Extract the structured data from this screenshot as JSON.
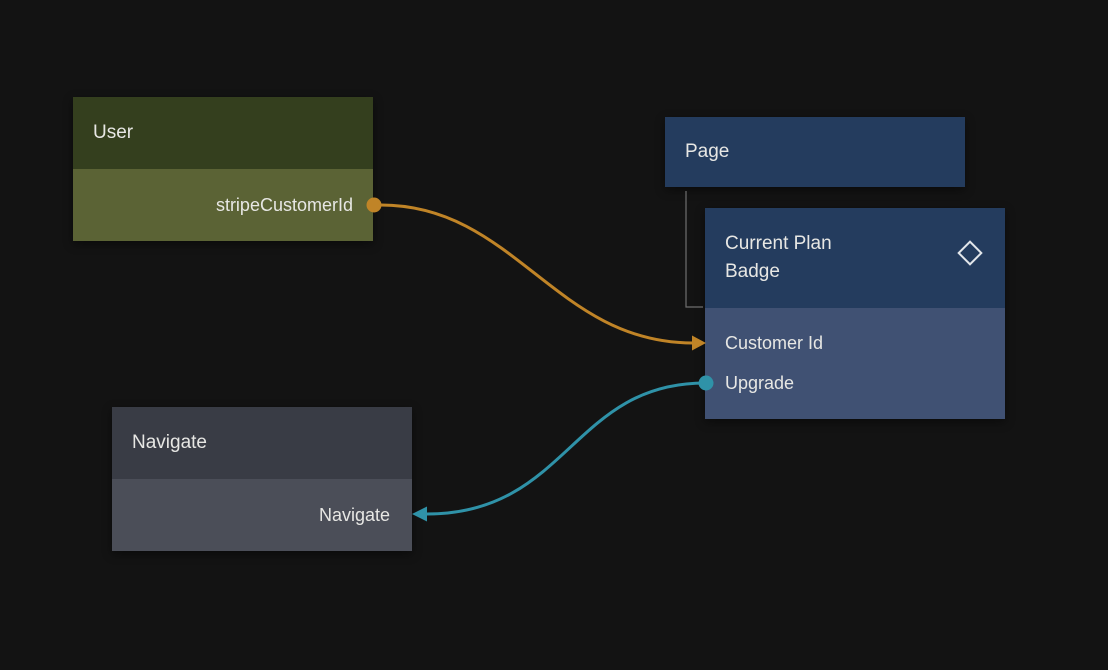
{
  "canvas": {
    "background": "#131313",
    "description": "Node graph editor canvas"
  },
  "colors": {
    "user_header": "#343f1e",
    "user_row": "#5b6335",
    "visual_header": "#243c5e",
    "visual_row": "#405173",
    "navigate_header": "#393c45",
    "navigate_row": "#4b4e58",
    "edge_orange": "#c08427",
    "edge_teal": "#2f92a8",
    "text": "#e7e7e4",
    "tree_line": "#6e6e6e"
  },
  "nodes": {
    "user": {
      "title": "User",
      "ports": [
        {
          "label": "stripeCustomerId",
          "side": "right",
          "dot_color": "#c08427"
        }
      ]
    },
    "page": {
      "title": "Page"
    },
    "current_plan_badge": {
      "title": "Current Plan Badge",
      "icon": "diamond-icon",
      "inputs": [
        {
          "label": "Customer Id"
        },
        {
          "label": "Upgrade",
          "dot_color": "#2f92a8"
        }
      ]
    },
    "navigate": {
      "title": "Navigate",
      "ports": [
        {
          "label": "Navigate",
          "side": "right"
        }
      ]
    }
  },
  "edges": [
    {
      "type": "connection",
      "from": "User.stripeCustomerId",
      "to": "Current Plan Badge.Customer Id",
      "color": "#c08427"
    },
    {
      "type": "connection",
      "from": "Current Plan Badge.Upgrade",
      "to": "Navigate.Navigate",
      "color": "#2f92a8"
    },
    {
      "type": "hierarchy",
      "from": "Page",
      "to": "Current Plan Badge",
      "color": "#6e6e6e"
    }
  ]
}
